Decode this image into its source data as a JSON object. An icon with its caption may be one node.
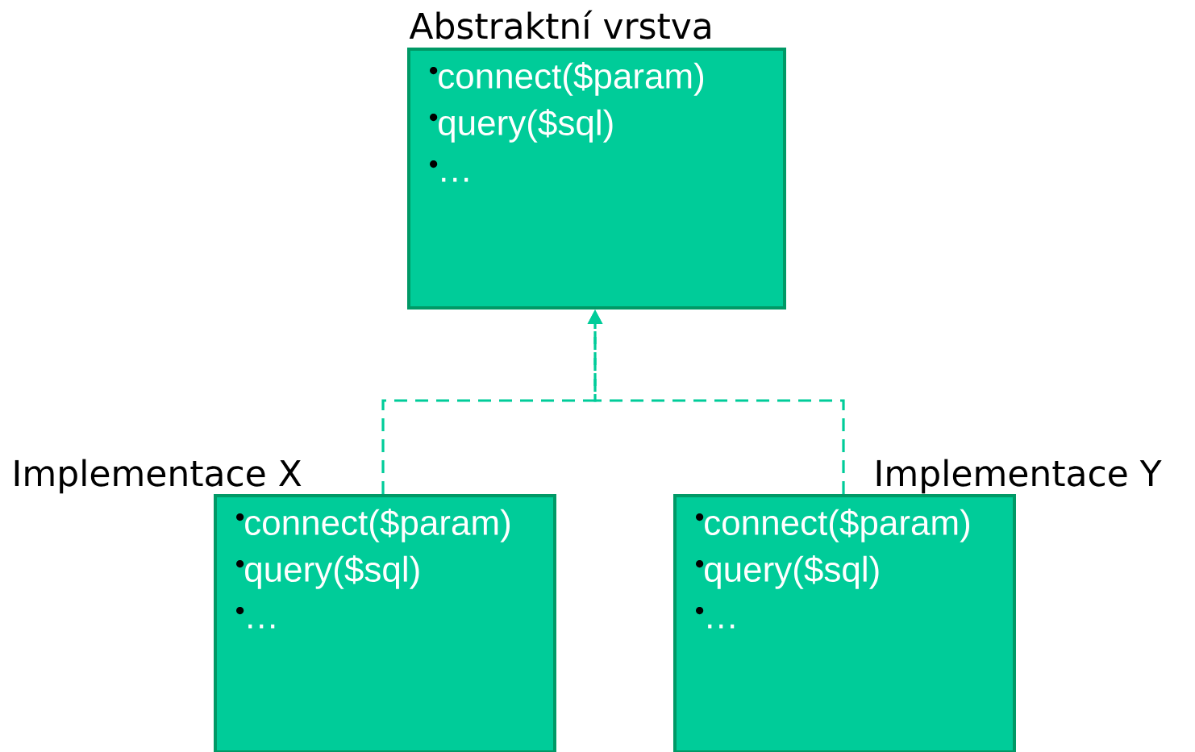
{
  "diagram": {
    "nodes": [
      {
        "text": [
          "Abstraktní vrstva",
          "connect($param)",
          "query($sql)",
          "…"
        ]
      },
      {
        "text": [
          "Implementace X",
          "connect($param)",
          "query($sql)",
          "…"
        ]
      },
      {
        "text": [
          "Implementace Y",
          "connect($param)",
          "query($sql)",
          "…"
        ]
      }
    ],
    "edges": [
      {
        "from": 1,
        "to": 0,
        "arrow": "to",
        "style": "dashed"
      },
      {
        "from": 2,
        "to": 0,
        "arrow": "to",
        "style": "dashed"
      }
    ]
  }
}
